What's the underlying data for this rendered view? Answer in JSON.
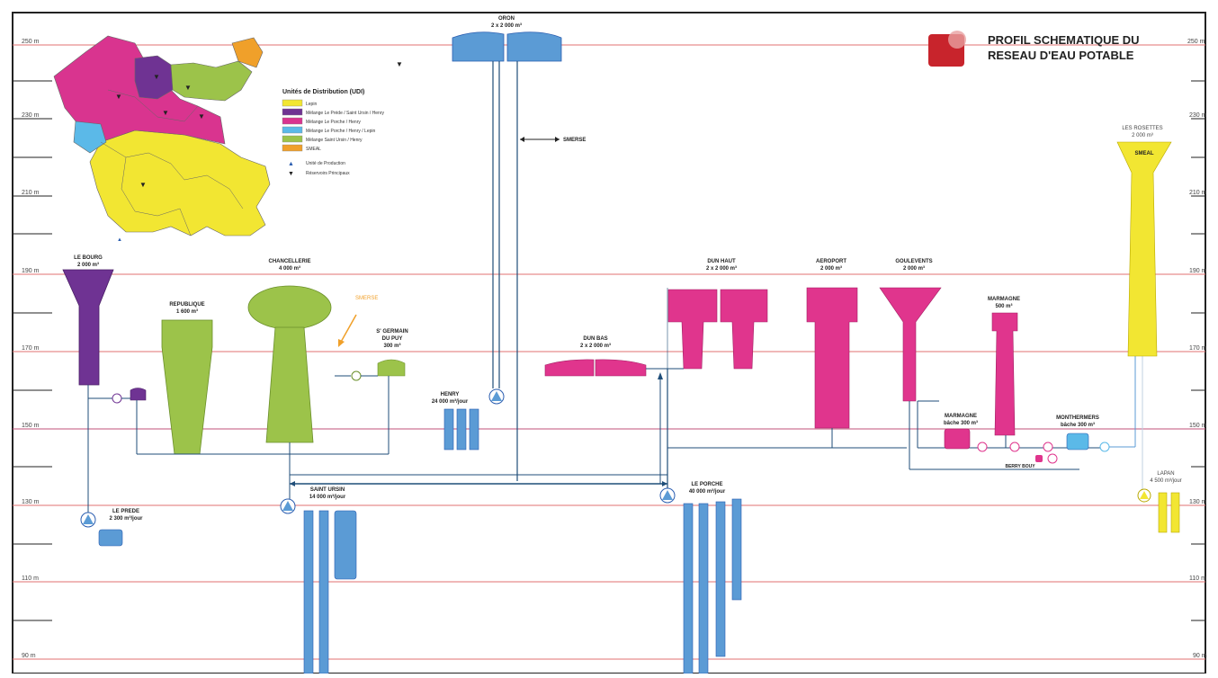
{
  "title_lines": [
    "PROFIL SCHEMATIQUE DU",
    "RESEAU D'EAU POTABLE"
  ],
  "altitude_labels": [
    "250 m",
    "230 m",
    "210 m",
    "190 m",
    "170 m",
    "150 m",
    "130 m",
    "110 m",
    "90 m"
  ],
  "map_legend": {
    "heading": "Unités de Distribution (UDI)",
    "items": [
      {
        "color": "#f2e632",
        "label": "Lepin"
      },
      {
        "color": "#6f3393",
        "label": "Mélange Le Préde / Saint Ursin / Henry"
      },
      {
        "color": "#d9348f",
        "label": "Mélange Le Porche / Henry"
      },
      {
        "color": "#5bb9e8",
        "label": "Mélange Le Porche / Henry / Lepin"
      },
      {
        "color": "#9cc34a",
        "label": "Mélange Saint Ursin / Henry"
      },
      {
        "color": "#f0a02a",
        "label": "SMEAL"
      }
    ],
    "symbols": [
      {
        "icon": "triangle-up-icon",
        "label": "Unité de Production"
      },
      {
        "icon": "triangle-down-icon",
        "label": "Réservoirs Principaux"
      }
    ]
  },
  "labels": {
    "oron": [
      "ORON",
      "2 x 2 000 m³"
    ],
    "smerse": "SMERSE",
    "les_rosettes": [
      "LES ROSETTES",
      "2 000 m³"
    ],
    "smeal": "SMEAL",
    "le_bourg": [
      "LE BOURG",
      "2 000 m³"
    ],
    "republique": [
      "REPUBLIQUE",
      "1 600 m³"
    ],
    "chancellerie": [
      "CHANCELLERIE",
      "4 000 m³"
    ],
    "smerse_arrow": "SMERSE",
    "st_germain": [
      "S' GERMAIN",
      "DU PUY",
      "300 m³"
    ],
    "henry": [
      "HENRY",
      "24 000 m³/jour"
    ],
    "dun_bas": [
      "DUN BAS",
      "2 x 2 000 m³"
    ],
    "dun_haut": [
      "DUN HAUT",
      "2 x 2 000 m³"
    ],
    "aeroport": [
      "AEROPORT",
      "2 000 m³"
    ],
    "goulevents": [
      "GOULEVENTS",
      "2 000 m³"
    ],
    "marmagne": [
      "MARMAGNE",
      "500 m³"
    ],
    "marmagne_bache": [
      "MARMAGNE",
      "bâche 300 m³"
    ],
    "montierriers": [
      "MONTHERMERS",
      "bâche 300 m³"
    ],
    "berry_bouy": "BERRY BOUY",
    "lapan": [
      "LAPAN",
      "4 500 m³/jour"
    ],
    "le_prede": [
      "LE PREDE",
      "2 300 m³/jour"
    ],
    "saint_ursin": [
      "SAINT URSIN",
      "14 000 m³/jour"
    ],
    "le_porche": [
      "LE PORCHE",
      "40 000 m³/jour"
    ]
  },
  "colors": {
    "blue": "#5b9bd5",
    "purple": "#6f3393",
    "green": "#9cc34a",
    "pink": "#e0358d",
    "yellow": "#f2e632",
    "orange": "#f0a02a",
    "red_line": "#e07070",
    "pipe": "#1f4e79"
  }
}
